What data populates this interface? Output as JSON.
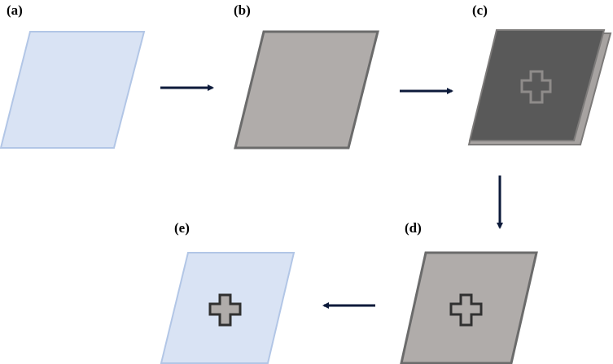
{
  "panels": [
    {
      "id": "a",
      "label": "(a)"
    },
    {
      "id": "b",
      "label": "(b)"
    },
    {
      "id": "c",
      "label": "(c)"
    },
    {
      "id": "d",
      "label": "(d)"
    },
    {
      "id": "e",
      "label": "(e)"
    }
  ],
  "colors": {
    "light_blue_fill": "#d9e3f4",
    "light_blue_stroke": "#b2c6e6",
    "gray_fill": "#b0acaa",
    "gray_stroke": "#6b6b6b",
    "dark_fill": "#595959",
    "dark_stroke": "#7c7a79",
    "shadow_fill": "#a7a3a1",
    "arrow": "#0c1a3a",
    "plus_dark_fill": "#b0acaa",
    "plus_dark_stroke": "#303030",
    "plus_light_fill": "#8f8c8a",
    "plus_light_stroke": "#767372"
  }
}
